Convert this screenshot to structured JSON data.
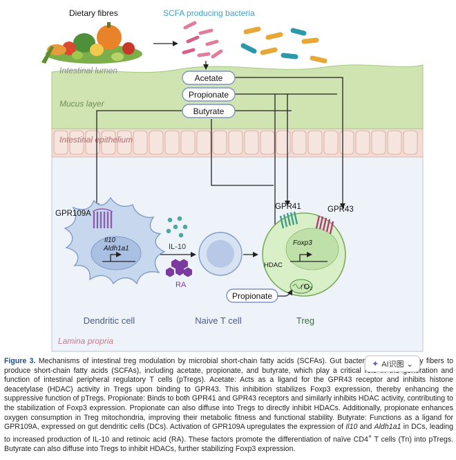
{
  "figure": {
    "labels": {
      "dietary_fibres": "Dietary fibres",
      "scfa_bacteria": "SCFA producing bacteria",
      "intestinal_lumen": "Intestinal lumen",
      "mucus_layer": "Mucus layer",
      "intestinal_epithelium": "Intestinal epithelium",
      "lamina_propria": "Lamina propria",
      "acetate": "Acetate",
      "propionate": "Propionate",
      "butyrate": "Butyrate",
      "propionate_inner": "Propionate",
      "gpr109a": "GPR109A",
      "gpr41": "GPR41",
      "gpr43": "GPR43",
      "il10_gene": "Il10",
      "aldh1a1_gene": "Aldh1a1",
      "il10_cytokine": "IL-10",
      "ra": "RA",
      "foxp3": "Foxp3",
      "hdac": "HDAC",
      "o2": "↑O₂",
      "dendritic_cell": "Dendritic cell",
      "naive_t_cell": "Naive T cell",
      "treg": "Treg"
    },
    "colors": {
      "mucus": "#cfe4b0",
      "lamina": "#eef3fa",
      "treg_fill": "#d9efc8",
      "dc_fill": "#c7d8ee",
      "scfa_title": "#3aa0c8",
      "cell_label": "#4a5a8a",
      "treg_label": "#3c6e3c"
    }
  },
  "caption": {
    "fig_label": "Figure 3.",
    "p1": " Mechanisms of intestinal treg modulation by microbial short-chain fatty acids (SCFAs). Gut bacteria ferment dietary fibers to produce short-chain fatty acids (SCFAs), including acetate, propionate, and butyrate, which play a critical role in the generation and function of intestinal peripheral regulatory T cells (pTregs). Acetate: Acts as a ligand for the GPR43 receptor and inhibits histone deacetylase (HDAC) activity in Tregs upon binding to GPR43. This inhibition stabilizes Foxp3 expression, thereby enhancing the suppressive function of pTregs. Propionate: Binds to both GPR41 and GPR43 receptors and similarly inhibits HDAC activity, contributing to the stabilization of Foxp3 expression. Propionate can also diffuse into Tregs to directly inhibit HDACs. Additionally, propionate enhances oxygen consumption in Treg mitochondria, improving their metabolic fitness and functional stability. Butyrate: Functions as a ligand for GPR109A, expressed on gut dendritic cells (DCs). Activation of GPR109A upregulates the expression of ",
    "il10": "Il10",
    "and": " and ",
    "aldh": "Aldh1a1",
    "p2": " in DCs, leading to increased production of IL-10 and retinoic acid (RA). These factors promote the differentiation of naïve CD4",
    "sup": "+",
    "p3": " T cells (Tn) into pTregs. Butyrate can also diffuse into Tregs to inhibit HDACs, further stabilizing Foxp3 expression."
  },
  "ai_chip": {
    "label": "AI识图"
  }
}
